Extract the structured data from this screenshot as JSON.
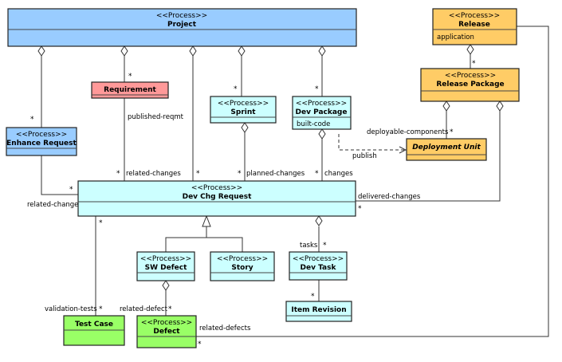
{
  "stereotype": "<<Process>>",
  "colors": {
    "blue": "#99ccff",
    "cyan": "#ccffff",
    "orange": "#ffcc66",
    "red": "#ff9999",
    "green": "#99ff66"
  },
  "boxes": {
    "project": {
      "name": "Project",
      "stereotype": "<<Process>>"
    },
    "release": {
      "name": "Release",
      "stereotype": "<<Process>>",
      "attribute": "application"
    },
    "release_package": {
      "name": "Release Package",
      "stereotype": "<<Process>>"
    },
    "requirement": {
      "name": "Requirement"
    },
    "sprint": {
      "name": "Sprint",
      "stereotype": "<<Process>>"
    },
    "dev_package": {
      "name": "Dev Package",
      "stereotype": "<<Process>>",
      "attribute": "built-code"
    },
    "enhance_request": {
      "name": "Enhance Request",
      "stereotype": "<<Process>>"
    },
    "deployment_unit": {
      "name": "Deployment Unit"
    },
    "dev_chg_request": {
      "name": "Dev Chg Request",
      "stereotype": "<<Process>>"
    },
    "sw_defect": {
      "name": "SW Defect",
      "stereotype": "<<Process>>"
    },
    "story": {
      "name": "Story",
      "stereotype": "<<Process>>"
    },
    "dev_task": {
      "name": "Dev Task",
      "stereotype": "<<Process>>"
    },
    "item_revision": {
      "name": "Item Revision"
    },
    "test_case": {
      "name": "Test Case"
    },
    "defect": {
      "name": "Defect",
      "stereotype": "<<Process>>"
    }
  },
  "labels": {
    "published_reqmt": "published-reqmt",
    "related_changes_1": "related-changes",
    "planned_changes": "planned-changes",
    "changes": "changes",
    "related_changes_2": "related-changes",
    "deployable_components": "deployable-components",
    "publish": "publish",
    "delivered_changes": "delivered-changes",
    "tasks": "tasks",
    "validation_tests": "validation-tests",
    "related_defect": "related-defect",
    "related_defects": "related-defects"
  },
  "multiplicity": "*"
}
